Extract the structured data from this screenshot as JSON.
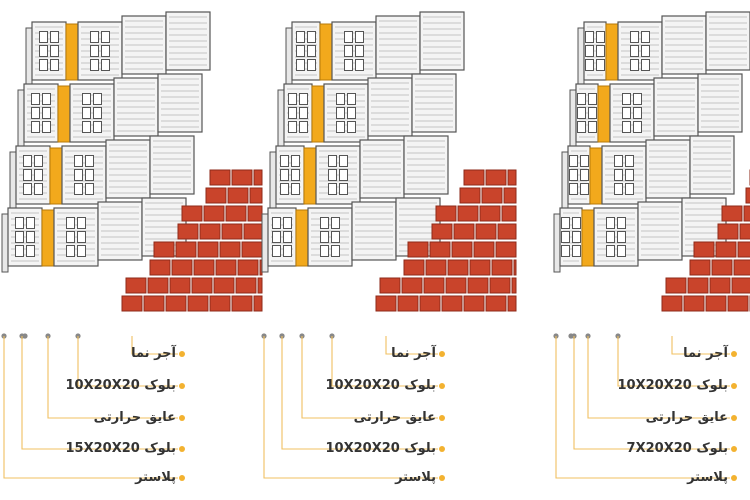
{
  "colors": {
    "brick": "#c9442b",
    "brick_dark": "#8e2a18",
    "mortar": "#f1e3da",
    "block_face": "#f4f4f4",
    "block_line": "#555555",
    "insulation": "#f2a91c",
    "plaster": "#e8e8e8",
    "leader_line": "#f0c060",
    "leader_dot": "#f3b230",
    "wall_dot": "#888888",
    "text": "#333333"
  },
  "panels": [
    {
      "labels": [
        "آجر نما",
        "بلوک 10X20X20",
        "عایق حرارتی",
        "بلوک 15X20X20",
        "پلاستر"
      ]
    },
    {
      "labels": [
        "آجر نما",
        "بلوک 10X20X20",
        "عایق حرارتی",
        "بلوک 10X20X20",
        "پلاستر"
      ]
    },
    {
      "labels": [
        "آجر نما",
        "بلوک 10X20X20",
        "عایق حرارتی",
        "بلوک 7X20X20",
        "پلاستر"
      ]
    }
  ]
}
